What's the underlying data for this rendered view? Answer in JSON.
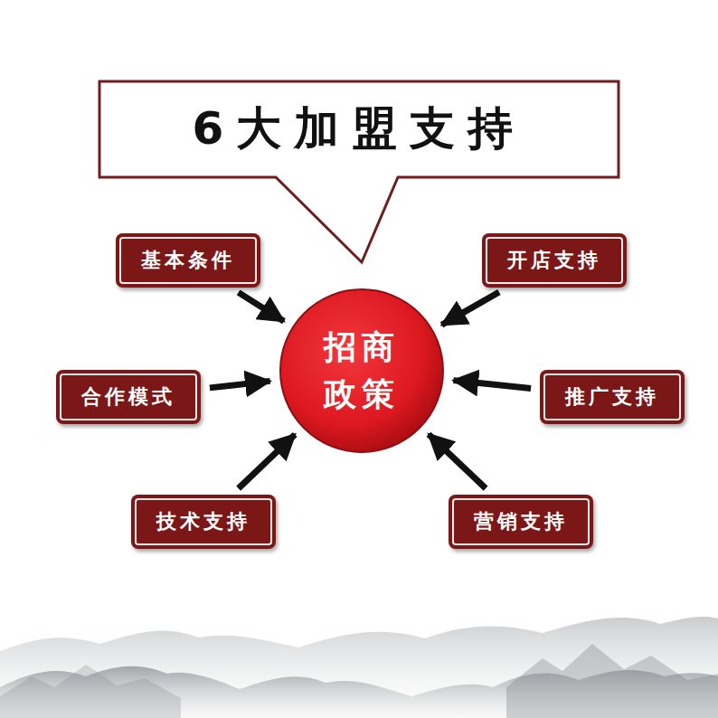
{
  "diagram": {
    "nodes": [
      {
        "text": [
          "6大加盟支持"
        ]
      },
      {
        "text": [
          "基本条件"
        ]
      },
      {
        "text": [
          "开店支持"
        ]
      },
      {
        "text": [
          "招商 政策"
        ]
      },
      {
        "text": [
          "合作模式"
        ]
      },
      {
        "text": [
          "推广支持"
        ]
      },
      {
        "text": [
          "技术支持"
        ]
      },
      {
        "text": [
          "营销支持"
        ]
      }
    ],
    "edges": [
      {
        "from": 1,
        "to": 3,
        "arrow": "to"
      },
      {
        "from": 2,
        "to": 3,
        "arrow": "to"
      },
      {
        "from": 4,
        "to": 3,
        "arrow": "to"
      },
      {
        "from": 5,
        "to": 3,
        "arrow": "to"
      },
      {
        "from": 6,
        "to": 3,
        "arrow": "to"
      },
      {
        "from": 7,
        "to": 3,
        "arrow": "to"
      }
    ]
  }
}
